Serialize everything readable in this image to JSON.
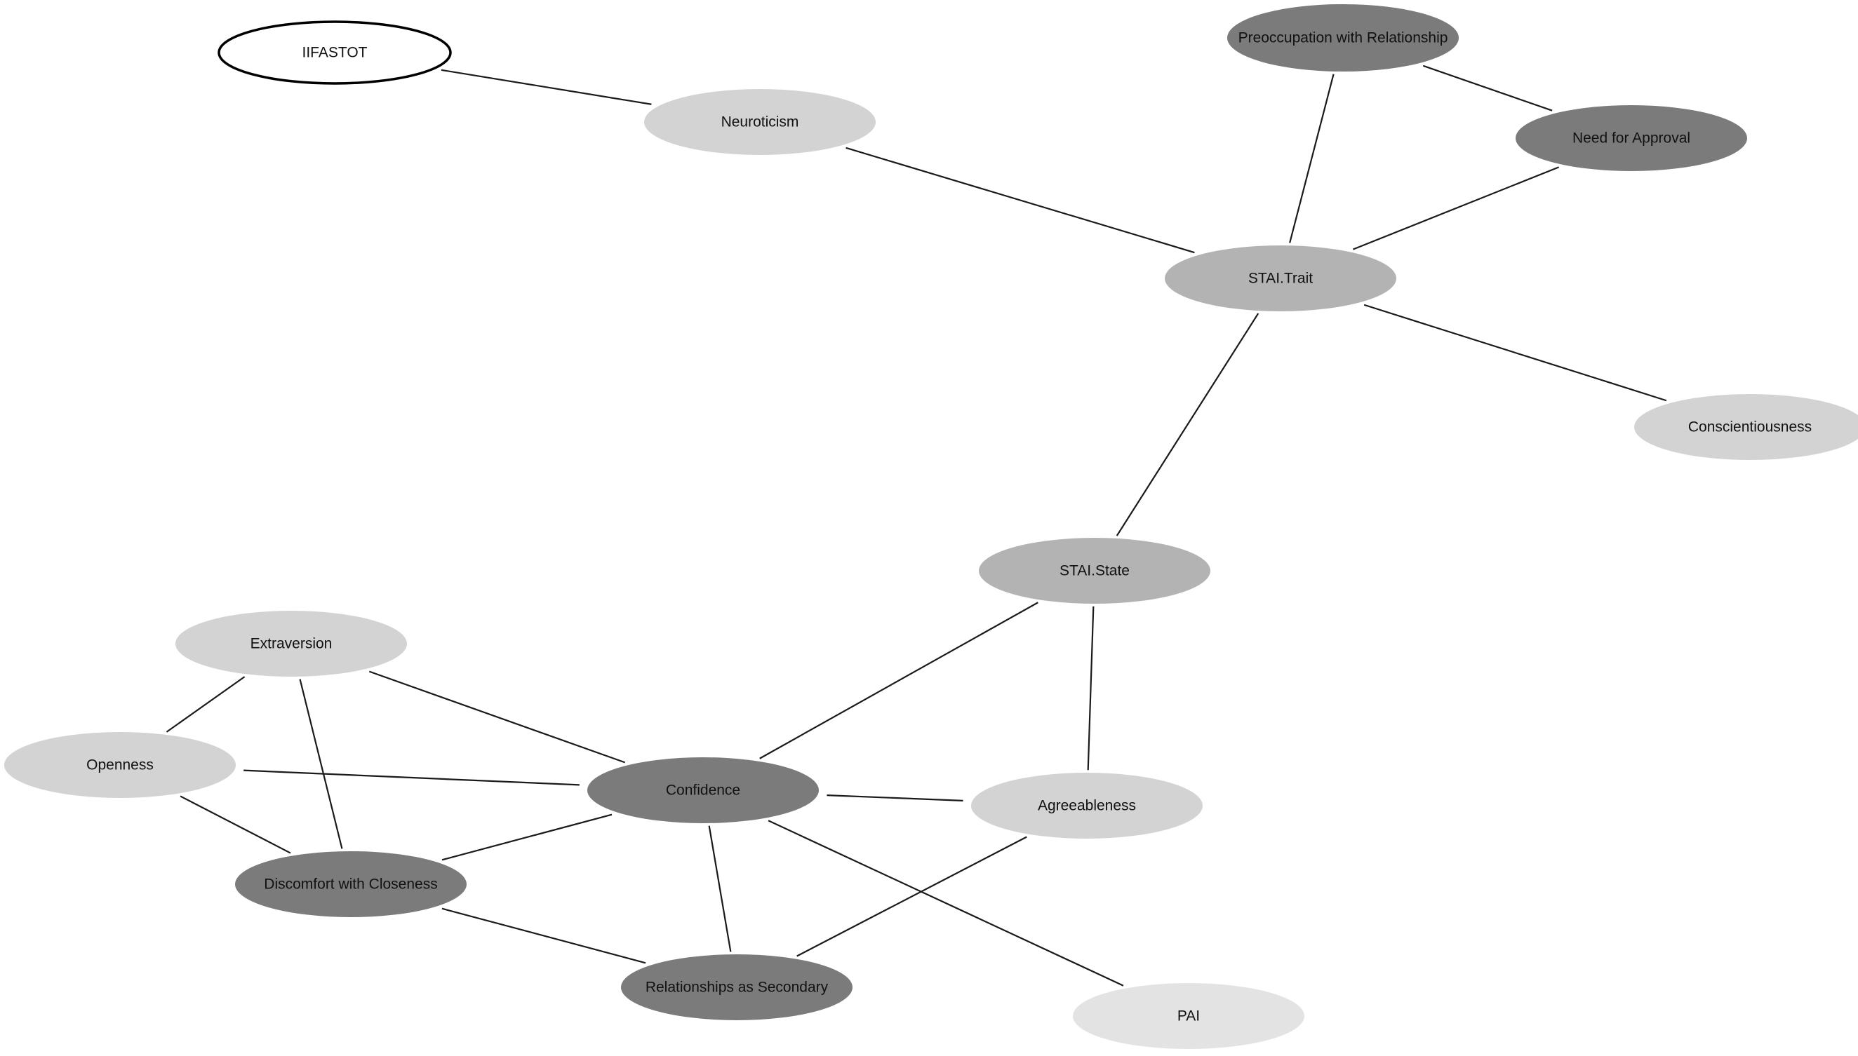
{
  "nodes": {
    "iifastot": {
      "label": "IIFASTOT",
      "fill": "#ffffff",
      "stroke": "#000000"
    },
    "neuroticism": {
      "label": "Neuroticism",
      "fill": "#d3d3d3"
    },
    "preoccupation": {
      "label": "Preoccupation with Relationship",
      "fill": "#7b7b7b"
    },
    "need_approval": {
      "label": "Need for Approval",
      "fill": "#7b7b7b"
    },
    "stai_trait": {
      "label": "STAI.Trait",
      "fill": "#b3b3b3"
    },
    "conscientiousness": {
      "label": "Conscientiousness",
      "fill": "#d3d3d3"
    },
    "stai_state": {
      "label": "STAI.State",
      "fill": "#b3b3b3"
    },
    "extraversion": {
      "label": "Extraversion",
      "fill": "#d3d3d3"
    },
    "openness": {
      "label": "Openness",
      "fill": "#d3d3d3"
    },
    "confidence": {
      "label": "Confidence",
      "fill": "#7b7b7b"
    },
    "agreeableness": {
      "label": "Agreeableness",
      "fill": "#d3d3d3"
    },
    "discomfort": {
      "label": "Discomfort with Closeness",
      "fill": "#7b7b7b"
    },
    "rel_secondary": {
      "label": "Relationships as Secondary",
      "fill": "#7b7b7b"
    },
    "pai": {
      "label": "PAI",
      "fill": "#e3e3e3"
    }
  },
  "edges": [
    [
      "iifastot",
      "neuroticism"
    ],
    [
      "neuroticism",
      "stai_trait"
    ],
    [
      "preoccupation",
      "need_approval"
    ],
    [
      "preoccupation",
      "stai_trait"
    ],
    [
      "need_approval",
      "stai_trait"
    ],
    [
      "stai_trait",
      "conscientiousness"
    ],
    [
      "stai_trait",
      "stai_state"
    ],
    [
      "stai_state",
      "confidence"
    ],
    [
      "stai_state",
      "agreeableness"
    ],
    [
      "extraversion",
      "openness"
    ],
    [
      "extraversion",
      "discomfort"
    ],
    [
      "extraversion",
      "confidence"
    ],
    [
      "openness",
      "confidence"
    ],
    [
      "openness",
      "discomfort"
    ],
    [
      "confidence",
      "agreeableness"
    ],
    [
      "confidence",
      "discomfort"
    ],
    [
      "confidence",
      "rel_secondary"
    ],
    [
      "confidence",
      "pai"
    ],
    [
      "discomfort",
      "rel_secondary"
    ],
    [
      "agreeableness",
      "rel_secondary"
    ]
  ]
}
